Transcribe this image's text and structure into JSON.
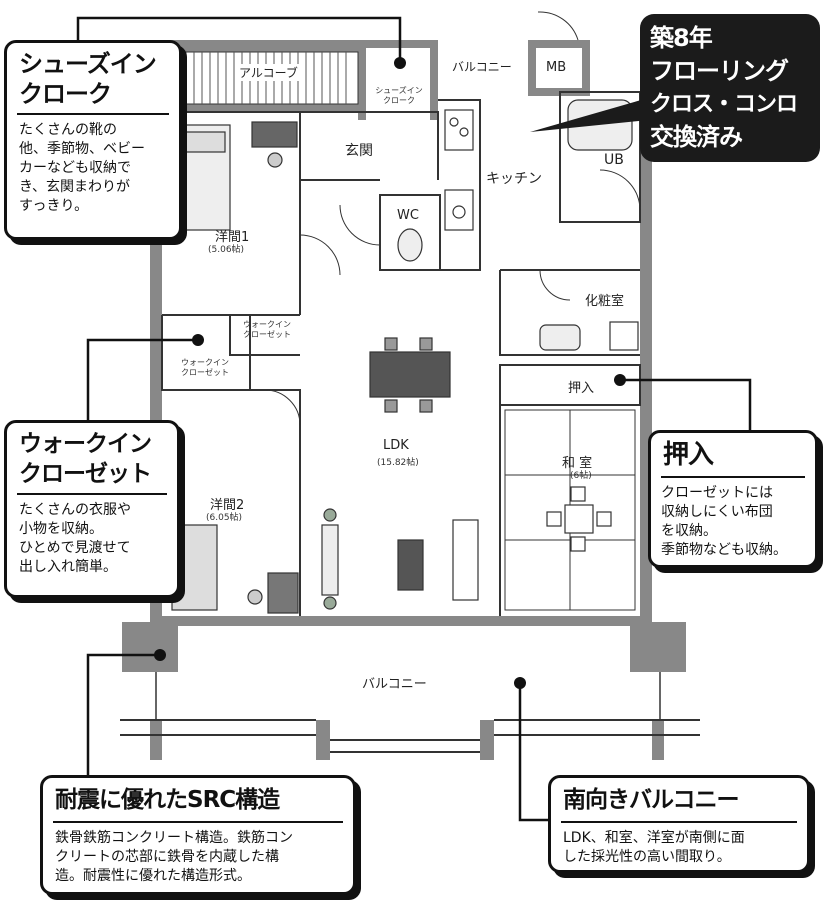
{
  "rooms": {
    "alcove": "アルコーブ",
    "shoe_in_cloak": "シューズイン\nクローク",
    "balcony_top": "バルコニー",
    "mb": "MB",
    "entrance": "玄関",
    "kitchen": "キッチン",
    "ub": "UB",
    "wc": "WC",
    "western1": "洋間1",
    "western1_size": "(5.06帖)",
    "powder": "化粧室",
    "wic1": "ウォークイン\nクローゼット",
    "wic2": "ウォークイン\nクローゼット",
    "oshiire": "押入",
    "ldk": "LDK",
    "ldk_size": "(15.82帖)",
    "washitsu": "和 室",
    "washitsu_size": "(6帖)",
    "western2": "洋間2",
    "western2_size": "(6.05帖)",
    "balcony_bottom": "バルコニー"
  },
  "badge": {
    "lines": [
      "築8年",
      "フローリング",
      "クロス・コンロ",
      "交換済み"
    ]
  },
  "callouts": {
    "shoes": {
      "title": "シューズイン\nクローク",
      "body": "たくさんの靴の\n他、季節物、ベビー\nカーなども収納で\nき、玄関まわりが\nすっきり。"
    },
    "walkin": {
      "title": "ウォークイン\nクローゼット",
      "body": "たくさんの衣服や\n小物を収納。\nひとめで見渡せて\n出し入れ簡単。"
    },
    "oshiire": {
      "title": "押入",
      "body": "クローゼットには\n収納しにくい布団\nを収納。\n季節物なども収納。"
    },
    "src": {
      "title": "耐震に優れたSRC構造",
      "body": "鉄骨鉄筋コンクリート構造。鉄筋コン\nクリートの芯部に鉄骨を内蔵した構\n造。耐震性に優れた構造形式。"
    },
    "balcony": {
      "title": "南向きバルコニー",
      "body": "LDK、和室、洋室が南側に面\nした採光性の高い間取り。"
    }
  }
}
